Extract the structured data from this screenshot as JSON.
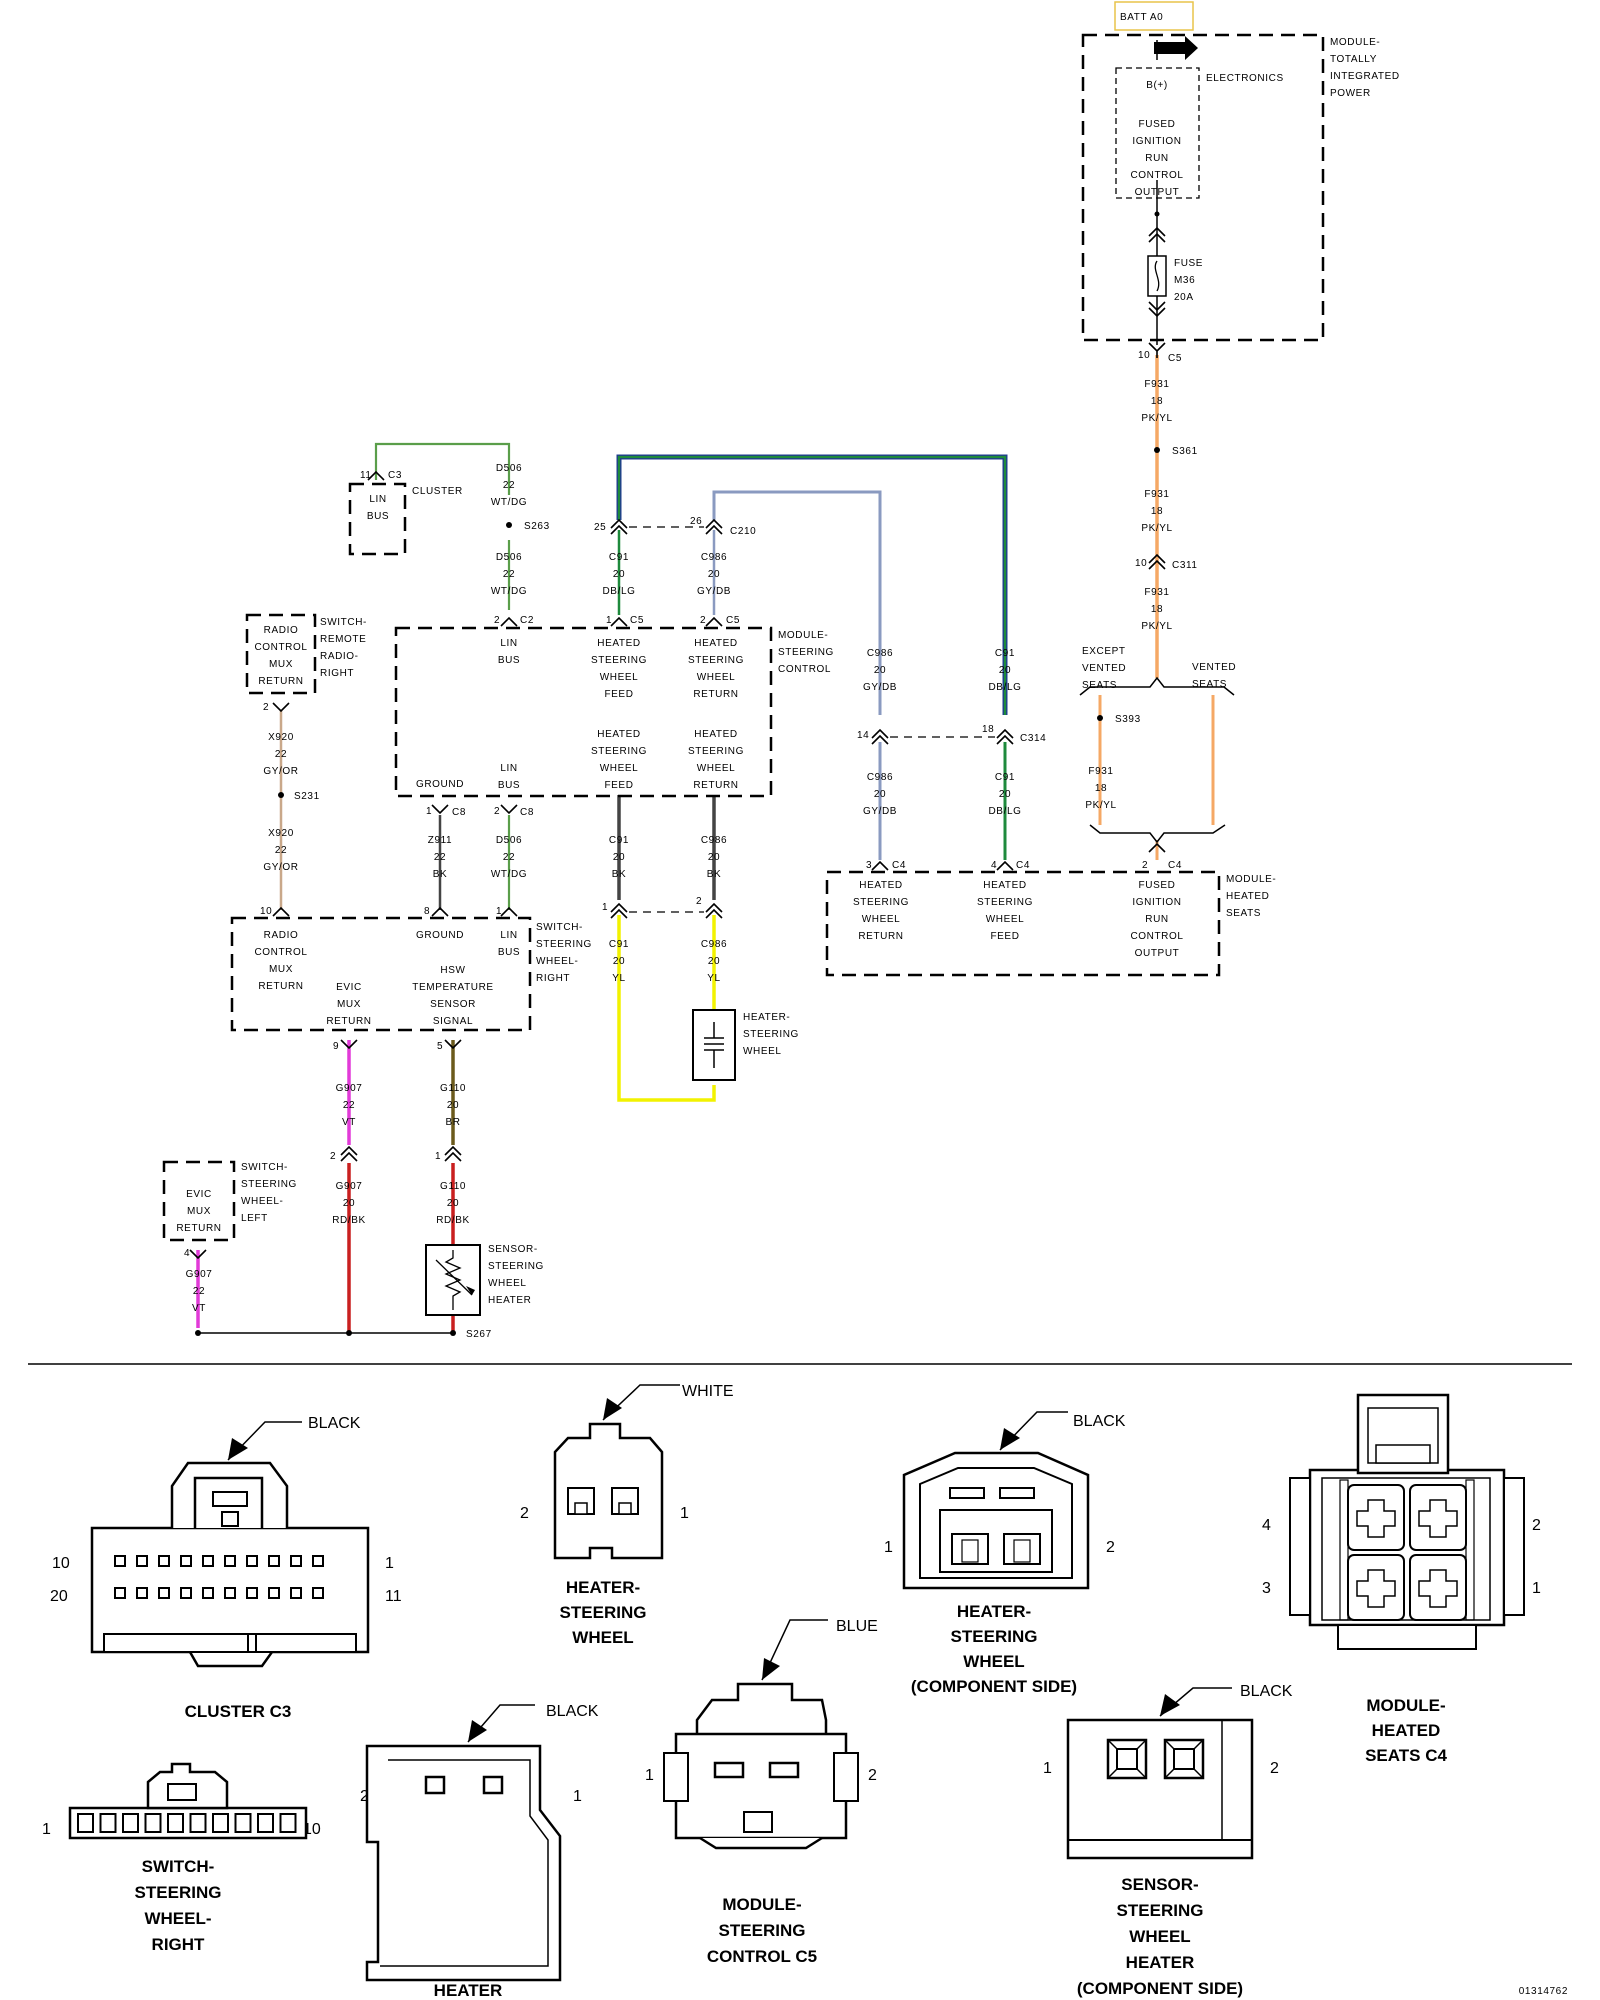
{
  "modules": {
    "tipm": {
      "batt": "BATT A0",
      "title": [
        "MODULE-",
        "TOTALLY",
        "INTEGRATED",
        "POWER"
      ],
      "electronics": "ELECTRONICS",
      "bplus": "B(+)",
      "fused": [
        "FUSED",
        "IGNITION",
        "RUN",
        "CONTROL",
        "OUTPUT"
      ],
      "fuse": [
        "FUSE",
        "M36",
        "20A"
      ],
      "pin": "10",
      "conn": "C5"
    },
    "cluster": {
      "pin": "11",
      "conn": "C3",
      "title": "CLUSTER",
      "func": [
        "LIN",
        "BUS"
      ]
    },
    "radio_switch": {
      "title": [
        "SWITCH-",
        "REMOTE",
        "RADIO-",
        "RIGHT"
      ],
      "func": [
        "RADIO",
        "CONTROL",
        "MUX",
        "RETURN"
      ],
      "pin": "2"
    },
    "steering_control": {
      "title": [
        "MODULE-",
        "STEERING",
        "CONTROL"
      ],
      "top_pins": [
        {
          "pin": "2",
          "conn": "C2"
        },
        {
          "pin": "1",
          "conn": "C5"
        },
        {
          "pin": "2",
          "conn": "C5"
        }
      ],
      "funcs_top": [
        [
          "LIN",
          "BUS"
        ],
        [
          "HEATED",
          "STEERING",
          "WHEEL",
          "FEED"
        ],
        [
          "HEATED",
          "STEERING",
          "WHEEL",
          "RETURN"
        ]
      ],
      "funcs_bottom": [
        [
          "HEATED",
          "STEERING",
          "WHEEL",
          "FEED"
        ],
        [
          "HEATED",
          "STEERING",
          "WHEEL",
          "RETURN"
        ]
      ],
      "ground": "GROUND",
      "linbus": [
        "LIN",
        "BUS"
      ],
      "bottom_pins": [
        {
          "pin": "1",
          "conn": "C8"
        },
        {
          "pin": "2",
          "conn": "C8"
        }
      ]
    },
    "switch_right": {
      "title": [
        "SWITCH-",
        "STEERING",
        "WHEEL-",
        "RIGHT"
      ],
      "pins_top": [
        "10",
        "8",
        "1"
      ],
      "funcs_top": [
        [
          "RADIO",
          "CONTROL",
          "MUX",
          "RETURN"
        ],
        [
          "GROUND"
        ],
        [
          "LIN",
          "BUS"
        ]
      ],
      "funcs_bottom": [
        [
          "EVIC",
          "MUX",
          "RETURN"
        ],
        [
          "HSW",
          "TEMPERATURE",
          "SENSOR",
          "SIGNAL"
        ]
      ],
      "pins_bottom": [
        "9",
        "5"
      ]
    },
    "switch_left": {
      "title": [
        "SWITCH-",
        "STEERING",
        "WHEEL-",
        "LEFT"
      ],
      "func": [
        "EVIC",
        "MUX",
        "RETURN"
      ],
      "pin": "4"
    },
    "heater": {
      "title": [
        "HEATER-",
        "STEERING",
        "WHEEL"
      ]
    },
    "sensor": {
      "title": [
        "SENSOR-",
        "STEERING",
        "WHEEL",
        "HEATER"
      ]
    },
    "heated_seats": {
      "title": [
        "MODULE-",
        "HEATED",
        "SEATS"
      ],
      "pins": [
        {
          "pin": "3",
          "conn": "C4"
        },
        {
          "pin": "4",
          "conn": "C4"
        },
        {
          "pin": "2",
          "conn": "C4"
        }
      ],
      "funcs": [
        [
          "HEATED",
          "STEERING",
          "WHEEL",
          "RETURN"
        ],
        [
          "HEATED",
          "STEERING",
          "WHEEL",
          "FEED"
        ],
        [
          "FUSED",
          "IGNITION",
          "RUN",
          "CONTROL",
          "OUTPUT"
        ]
      ]
    }
  },
  "wires": {
    "f931_a": [
      "F931",
      "18",
      "PK/YL"
    ],
    "f931_b": [
      "F931",
      "18",
      "PK/YL"
    ],
    "f931_c": [
      "F931",
      "18",
      "PK/YL"
    ],
    "f931_d": [
      "F931",
      "18",
      "PK/YL"
    ],
    "d506_a": [
      "D506",
      "22",
      "WT/DG"
    ],
    "d506_b": [
      "D506",
      "22",
      "WT/DG"
    ],
    "d506_c": [
      "D506",
      "22",
      "WT/DG"
    ],
    "c91_a": [
      "C91",
      "20",
      "DB/LG"
    ],
    "c986_a": [
      "C986",
      "20",
      "GY/DB"
    ],
    "c986_b": [
      "C986",
      "20",
      "GY/DB"
    ],
    "c91_b": [
      "C91",
      "20",
      "DB/LG"
    ],
    "c986_c": [
      "C986",
      "20",
      "GY/DB"
    ],
    "c91_c": [
      "C91",
      "20",
      "DB/LG"
    ],
    "x920_a": [
      "X920",
      "22",
      "GY/OR"
    ],
    "x920_b": [
      "X920",
      "22",
      "GY/OR"
    ],
    "z911": [
      "Z911",
      "22",
      "BK"
    ],
    "c91_bk": [
      "C91",
      "20",
      "BK"
    ],
    "c986_bk": [
      "C986",
      "20",
      "BK"
    ],
    "c91_yl": [
      "C91",
      "20",
      "YL"
    ],
    "c986_yl": [
      "C986",
      "20",
      "YL"
    ],
    "g907_a": [
      "G907",
      "22",
      "VT"
    ],
    "g907_b": [
      "G907",
      "20",
      "RD/BK"
    ],
    "g907_c": [
      "G907",
      "22",
      "VT"
    ],
    "g110_a": [
      "G110",
      "20",
      "BR"
    ],
    "g110_b": [
      "G110",
      "20",
      "RD/BK"
    ]
  },
  "splices": {
    "s361": "S361",
    "s263": "S263",
    "s231": "S231",
    "s393": "S393",
    "s267": "S267"
  },
  "inline": {
    "c311": {
      "pin": "10",
      "conn": "C311"
    },
    "c210": {
      "pin_a": "25",
      "pin_b": "26",
      "conn": "C210"
    },
    "c314": {
      "pin_a": "14",
      "pin_b": "18",
      "conn": "C314"
    },
    "yl": {
      "pin_a": "1",
      "pin_b": "2"
    },
    "g907": {
      "pin": "2"
    },
    "g110": {
      "pin": "1"
    }
  },
  "branch": {
    "except": [
      "EXCEPT",
      "VENTED",
      "SEATS"
    ],
    "vented": [
      "VENTED",
      "SEATS"
    ]
  },
  "views": {
    "cluster_c3": {
      "color": "BLACK",
      "title": "CLUSTER C3",
      "pins": [
        "10",
        "20",
        "1",
        "11"
      ]
    },
    "heater_wheel": {
      "color": "WHITE",
      "title": [
        "HEATER-",
        "STEERING",
        "WHEEL"
      ],
      "pins": [
        "2",
        "1"
      ]
    },
    "heater_wheel_comp": {
      "color": "BLACK",
      "title": [
        "HEATER-",
        "STEERING",
        "WHEEL",
        "(COMPONENT SIDE)"
      ],
      "pins": [
        "1",
        "2"
      ]
    },
    "heated_seats_c4": {
      "title": [
        "MODULE-",
        "HEATED",
        "SEATS C4"
      ],
      "pins": [
        "4",
        "3",
        "2",
        "1"
      ]
    },
    "switch_right": {
      "title": [
        "SWITCH-",
        "STEERING",
        "WHEEL-",
        "RIGHT"
      ],
      "pins": [
        "1",
        "10"
      ]
    },
    "sensor_heater": {
      "color": "BLACK",
      "title": [
        "SENSOR-",
        "STEERING",
        "WHEEL",
        "HEATER"
      ],
      "pins": [
        "2",
        "1"
      ]
    },
    "steering_c5": {
      "color": "BLUE",
      "title": [
        "MODULE-",
        "STEERING",
        "CONTROL C5"
      ],
      "pins": [
        "1",
        "2"
      ]
    },
    "sensor_heater_comp": {
      "color": "BLACK",
      "title": [
        "SENSOR-",
        "STEERING",
        "WHEEL",
        "HEATER",
        "(COMPONENT SIDE)"
      ],
      "pins": [
        "1",
        "2"
      ]
    }
  },
  "figure_id": "01314762",
  "wire_colors": {
    "pk_yl": "#f5a865",
    "wt_dg": "#5a9e4a",
    "db_lg": "#1e8a3c",
    "db": "#1f3c8c",
    "gy_db": "#8a9ac0",
    "gy_or": "#c9a88a",
    "bk": "#444444",
    "yl": "#f2f200",
    "vt": "#e23ad8",
    "rd_bk": "#c91f1f",
    "br": "#6b5a1c"
  }
}
